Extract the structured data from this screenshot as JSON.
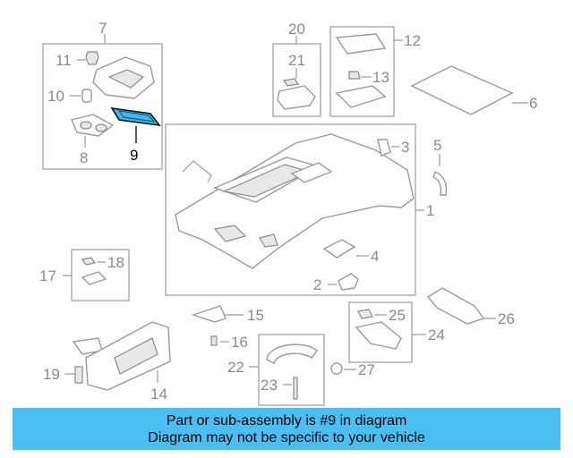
{
  "callouts": {
    "c1": "1",
    "c2": "2",
    "c3": "3",
    "c4": "4",
    "c5": "5",
    "c6": "6",
    "c7": "7",
    "c8": "8",
    "c9": "9",
    "c10": "10",
    "c11": "11",
    "c12": "12",
    "c13": "13",
    "c14": "14",
    "c15": "15",
    "c16": "16",
    "c17": "17",
    "c18": "18",
    "c19": "19",
    "c20": "20",
    "c21": "21",
    "c22": "22",
    "c23": "23",
    "c24": "24",
    "c25": "25",
    "c26": "26",
    "c27": "27"
  },
  "highlight": {
    "part": "9",
    "color": "#3fb8f0"
  },
  "banner": {
    "line1": "Part or sub-assembly is #9 in diagram",
    "line2": "Diagram may not be specific to your vehicle",
    "color": "#4cbff2"
  }
}
